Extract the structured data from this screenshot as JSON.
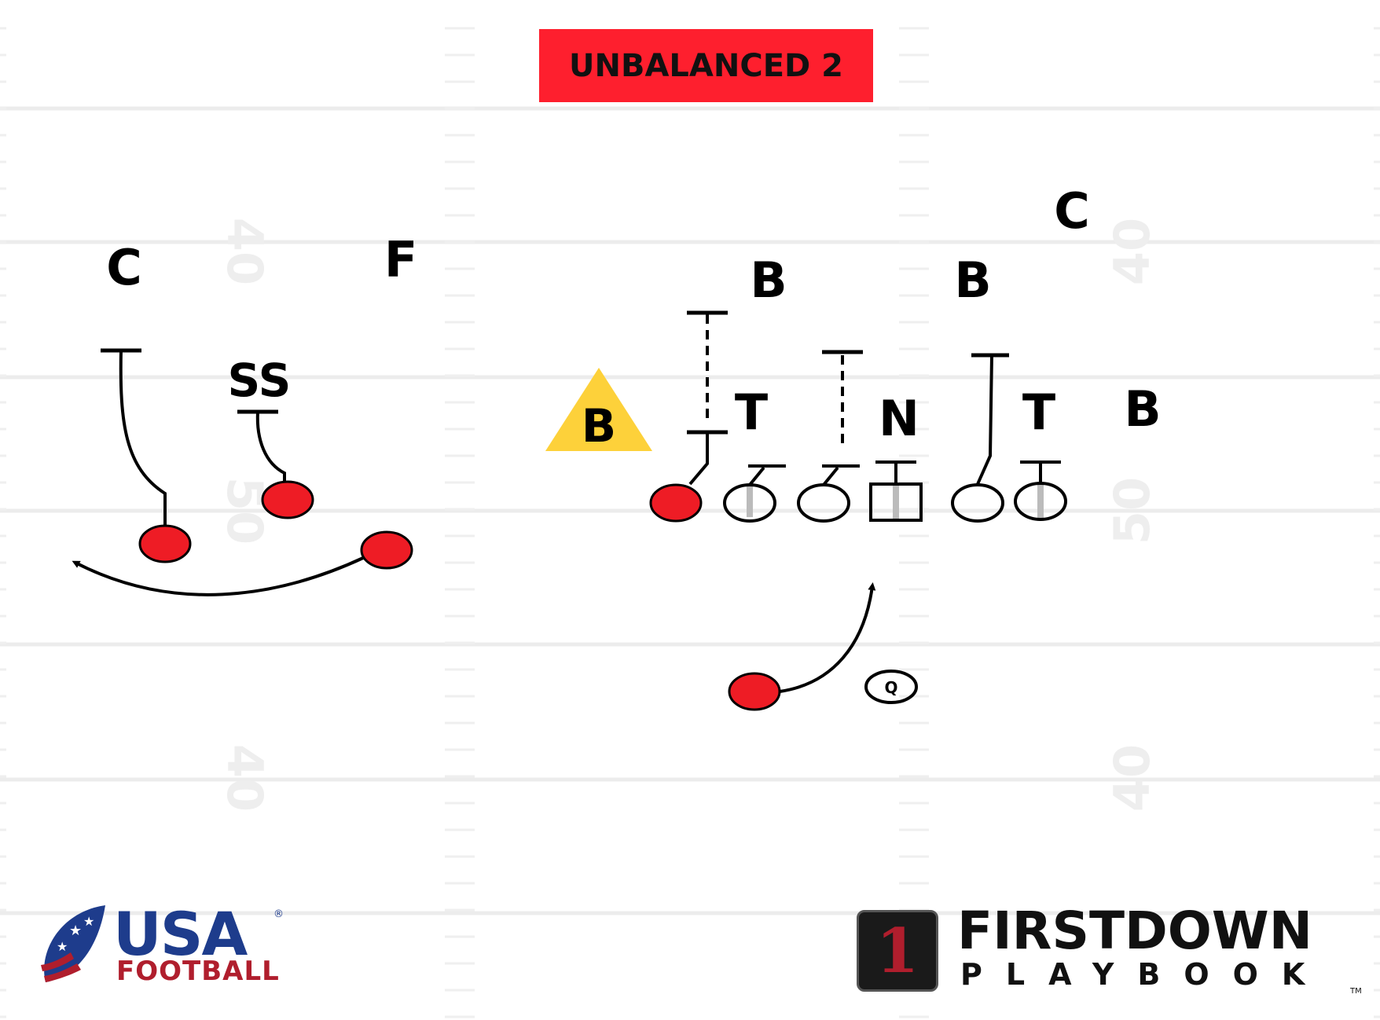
{
  "title": "UNBALANCED 2",
  "field": {
    "yard_numbers": [
      "40",
      "50",
      "40"
    ]
  },
  "labels": {
    "left_c": "C",
    "left_f": "F",
    "left_ss": "SS",
    "top_b1": "B",
    "top_b2": "B",
    "right_c": "C",
    "tackle_left": "T",
    "nose": "N",
    "tackle_right": "T",
    "right_b": "B",
    "blitz_b": "B",
    "qb": "Q"
  },
  "colors": {
    "title_bg": "#fe1f2e",
    "player_red": "#ee1c25",
    "blitz_yellow": "#fdd13a",
    "usa_blue": "#1e3c8c",
    "usa_red": "#b01e2d"
  },
  "logos": {
    "usa_word": "USA",
    "usa_reg": "®",
    "usa_sub": "FOOTBALL",
    "fd_badge": "1",
    "fd_word": "FIRSTDOWN",
    "fd_sub": "PLAYBOOK",
    "fd_tm": "TM"
  }
}
